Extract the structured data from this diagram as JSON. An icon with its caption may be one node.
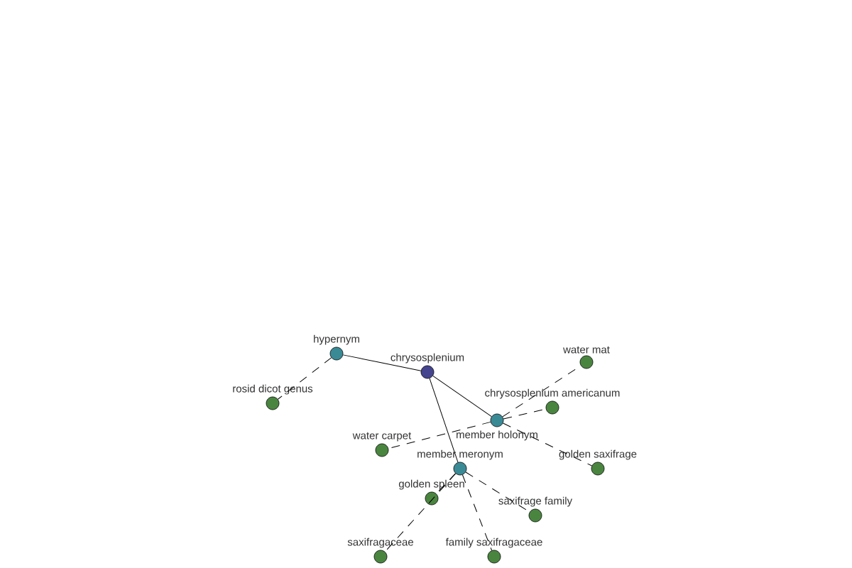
{
  "diagram": {
    "nodes": [
      {
        "text": [
          "chrysosplenium"
        ]
      },
      {
        "text": [
          "hypernym"
        ]
      },
      {
        "text": [
          "rosid dicot genus"
        ]
      },
      {
        "text": [
          "member holonym"
        ]
      },
      {
        "text": [
          "water mat"
        ]
      },
      {
        "text": [
          "chrysosplenium americanum"
        ]
      },
      {
        "text": [
          "water carpet"
        ]
      },
      {
        "text": [
          "golden saxifrage"
        ]
      },
      {
        "text": [
          "member meronym"
        ]
      },
      {
        "text": [
          "golden spleen"
        ]
      },
      {
        "text": [
          "saxifrage family"
        ]
      },
      {
        "text": [
          "saxifragaceae"
        ]
      },
      {
        "text": [
          "family saxifragaceae"
        ]
      }
    ],
    "edges": [
      {
        "from": 0,
        "to": 1,
        "arrow": "none"
      },
      {
        "from": 1,
        "to": 2,
        "arrow": "none",
        "style": "dashed"
      },
      {
        "from": 0,
        "to": 3,
        "arrow": "none"
      },
      {
        "from": 0,
        "to": 8,
        "arrow": "none"
      },
      {
        "from": 3,
        "to": 4,
        "arrow": "none",
        "style": "dashed"
      },
      {
        "from": 3,
        "to": 5,
        "arrow": "none",
        "style": "dashed"
      },
      {
        "from": 3,
        "to": 6,
        "arrow": "none",
        "style": "dashed"
      },
      {
        "from": 3,
        "to": 7,
        "arrow": "none",
        "style": "dashed"
      },
      {
        "from": 8,
        "to": 9,
        "arrow": "none",
        "style": "dashed"
      },
      {
        "from": 8,
        "to": 10,
        "arrow": "none",
        "style": "dashed"
      },
      {
        "from": 8,
        "to": 11,
        "arrow": "none",
        "style": "dashed"
      },
      {
        "from": 8,
        "to": 12,
        "arrow": "none",
        "style": "dashed"
      }
    ]
  }
}
